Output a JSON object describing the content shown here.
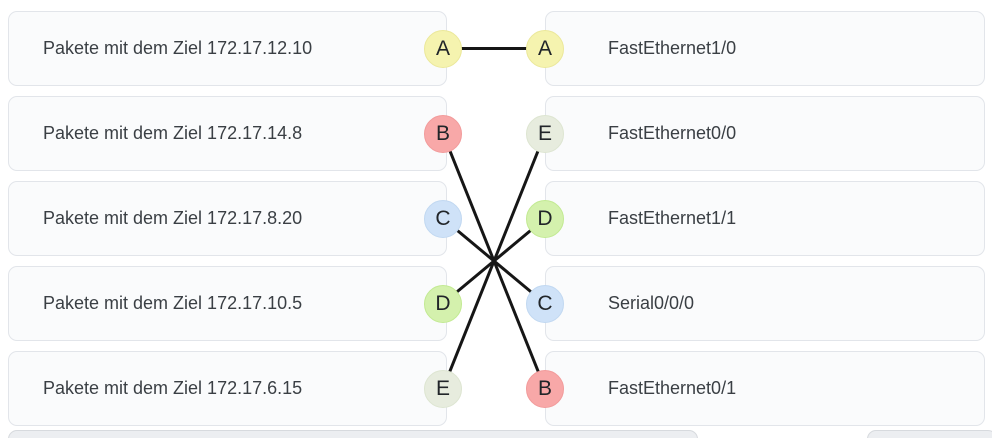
{
  "matching": {
    "left_items": [
      {
        "letter": "A",
        "label": "Pakete mit dem Ziel 172.17.12.10"
      },
      {
        "letter": "B",
        "label": "Pakete mit dem Ziel 172.17.14.8"
      },
      {
        "letter": "C",
        "label": "Pakete mit dem Ziel 172.17.8.20"
      },
      {
        "letter": "D",
        "label": "Pakete mit dem Ziel 172.17.10.5"
      },
      {
        "letter": "E",
        "label": "Pakete mit dem Ziel 172.17.6.15"
      }
    ],
    "right_items": [
      {
        "letter": "A",
        "label": "FastEthernet1/0"
      },
      {
        "letter": "E",
        "label": "FastEthernet0/0"
      },
      {
        "letter": "D",
        "label": "FastEthernet1/1"
      },
      {
        "letter": "C",
        "label": "Serial0/0/0"
      },
      {
        "letter": "B",
        "label": "FastEthernet0/1"
      }
    ],
    "connections": [
      [
        "A",
        "A"
      ],
      [
        "B",
        "B"
      ],
      [
        "C",
        "C"
      ],
      [
        "D",
        "D"
      ],
      [
        "E",
        "E"
      ]
    ],
    "letter_colors": {
      "A": {
        "fill": "#f5f3af",
        "border": "#ebe89a"
      },
      "B": {
        "fill": "#f8a8a8",
        "border": "#f29b9b"
      },
      "C": {
        "fill": "#cfe2f8",
        "border": "#c1d8f1"
      },
      "D": {
        "fill": "#d4f1ad",
        "border": "#c2ea92"
      },
      "E": {
        "fill": "#e7ecde",
        "border": "#dde5d1"
      }
    },
    "line_color": "#161616"
  }
}
